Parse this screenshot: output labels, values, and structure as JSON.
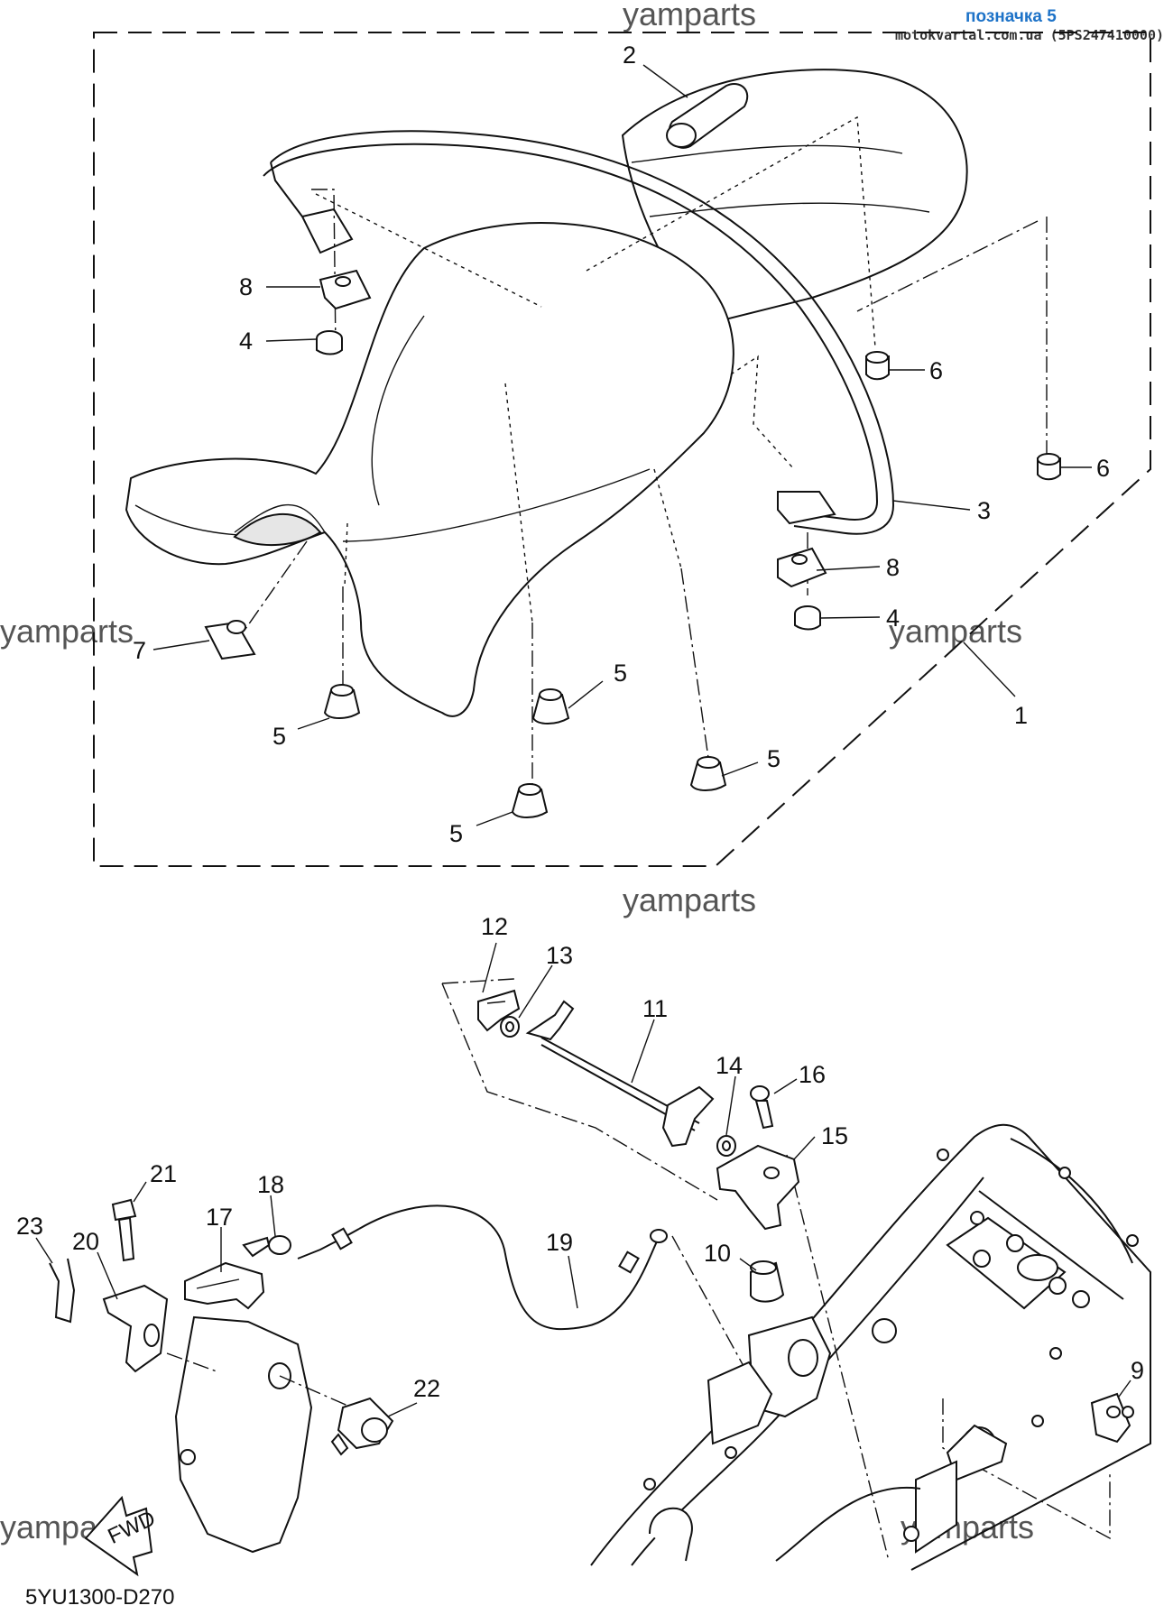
{
  "header": {
    "tag": "позначка 5",
    "source_ref": "motokvartal.com.ua (5PS247410000)"
  },
  "watermark": "yamparts",
  "footer": {
    "drawing_code": "5YU1300-D270"
  },
  "fwd_label": "FWD",
  "callouts": {
    "c1": "1",
    "c2": "2",
    "c3": "3",
    "c4a": "4",
    "c4b": "4",
    "c5a": "5",
    "c5b": "5",
    "c5c": "5",
    "c5d": "5",
    "c6a": "6",
    "c6b": "6",
    "c7": "7",
    "c8a": "8",
    "c8b": "8",
    "c9": "9",
    "c10": "10",
    "c11": "11",
    "c12": "12",
    "c13": "13",
    "c14": "14",
    "c15": "15",
    "c16": "16",
    "c17": "17",
    "c18": "18",
    "c19": "19",
    "c20": "20",
    "c21": "21",
    "c22": "22",
    "c23": "23"
  }
}
